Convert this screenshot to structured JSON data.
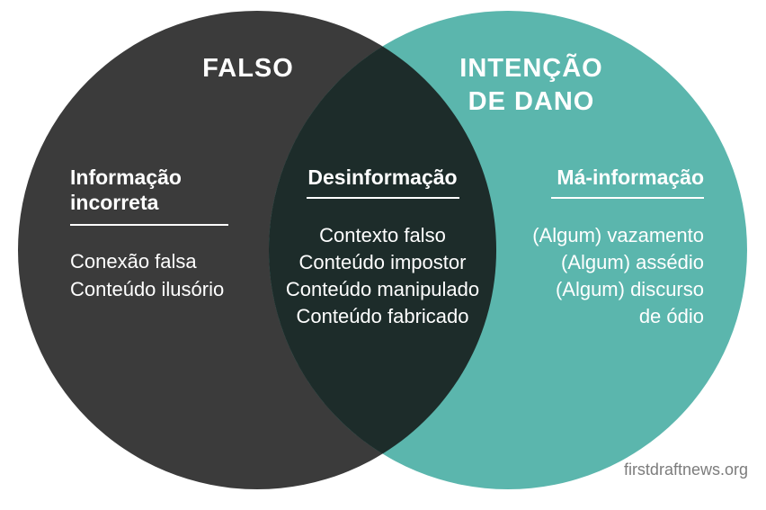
{
  "venn": {
    "credit": "firstdraftnews.org",
    "colors": {
      "background": "#ffffff",
      "left_circle": "#3b3b3b",
      "right_circle": "#5bb6ad",
      "intersection": "#1d2c2a",
      "text": "#ffffff",
      "credit_text": "#7c7c7c"
    },
    "left": {
      "title": "FALSO",
      "heading": "Informação incorreta",
      "items": [
        "Conexão falsa",
        "Conteúdo ilusório"
      ]
    },
    "intersection": {
      "heading": "Desinformação",
      "items": [
        "Contexto falso",
        "Conteúdo impostor",
        "Conteúdo manipulado",
        "Conteúdo fabricado"
      ]
    },
    "right": {
      "title_lines": [
        "INTENÇÃO",
        "DE DANO"
      ],
      "heading": "Má-informação",
      "items": [
        "(Algum) vazamento",
        "(Algum) assédio",
        "(Algum) discurso",
        "de ódio"
      ]
    }
  }
}
